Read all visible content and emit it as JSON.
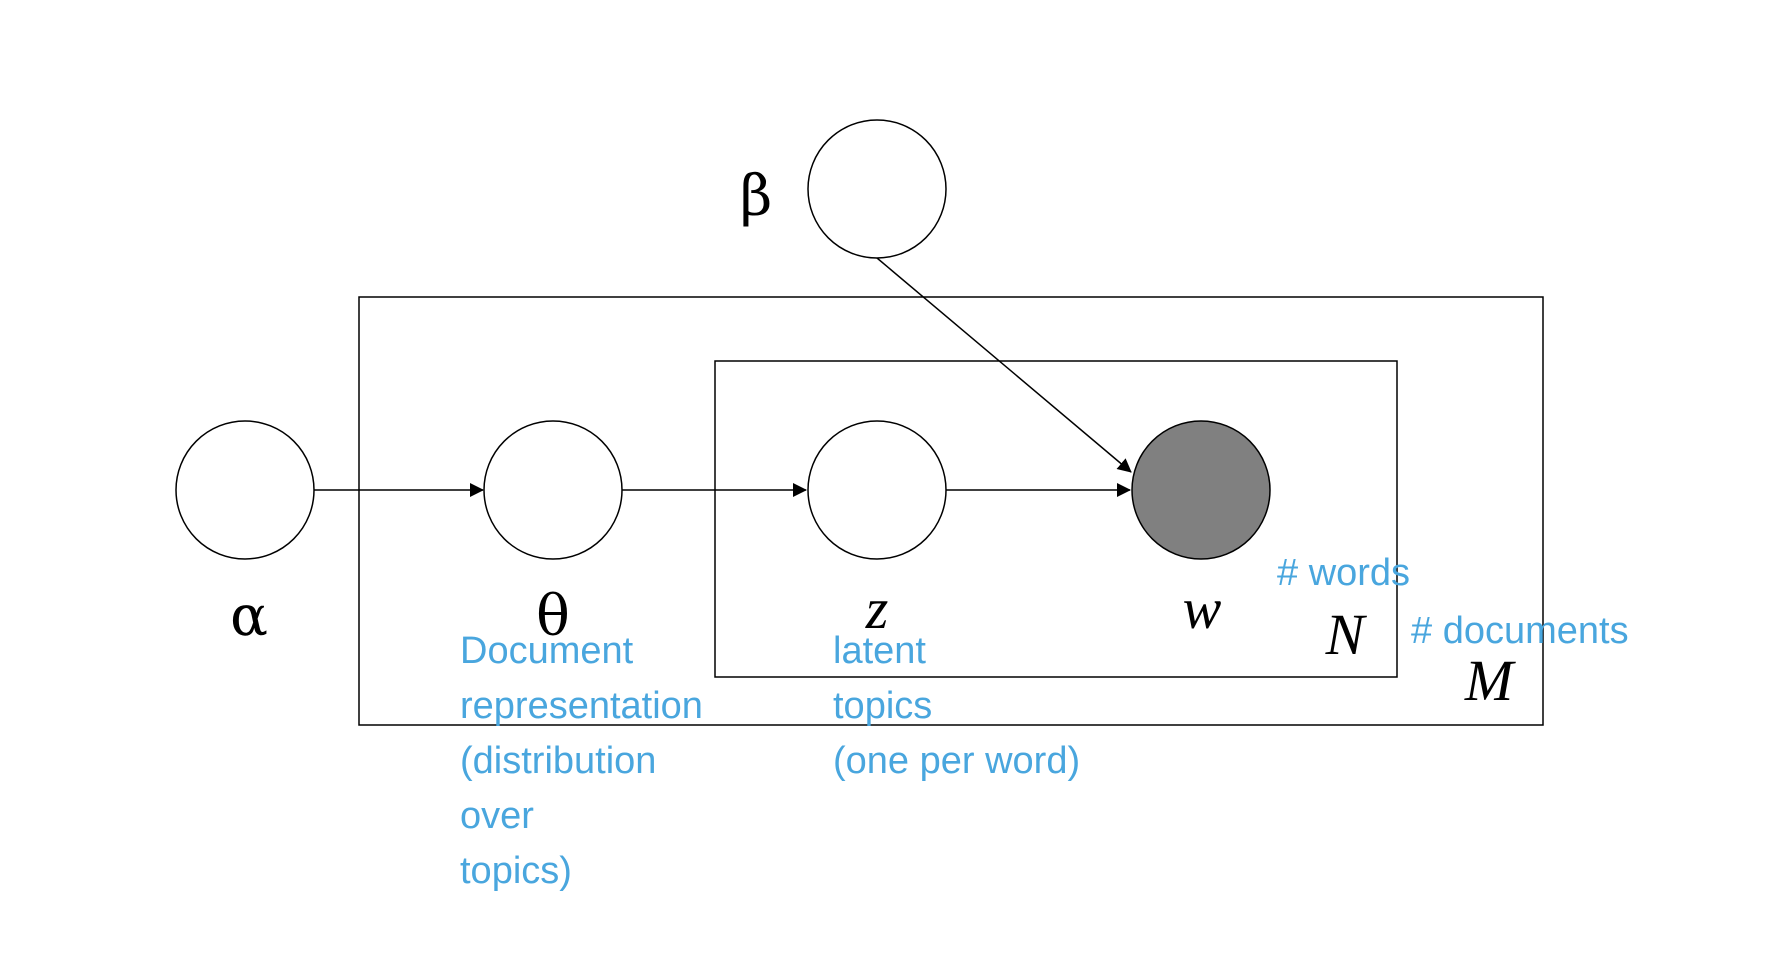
{
  "nodes": {
    "alpha": {
      "symbol": "α",
      "observed": false
    },
    "theta": {
      "symbol": "θ",
      "observed": false
    },
    "beta": {
      "symbol": "β",
      "observed": false
    },
    "z": {
      "symbol": "z",
      "observed": false
    },
    "w": {
      "symbol": "w",
      "observed": true
    }
  },
  "plates": {
    "inner": {
      "label": "N"
    },
    "outer": {
      "label": "M"
    }
  },
  "edges": [
    {
      "from": "alpha",
      "to": "theta"
    },
    {
      "from": "theta",
      "to": "z"
    },
    {
      "from": "z",
      "to": "w"
    },
    {
      "from": "beta",
      "to": "w"
    }
  ],
  "annotations": {
    "theta": "Document\nrepresentation\n(distribution\nover\ntopics)",
    "z": "latent\ntopics\n(one per word)",
    "inner_plate": "# words",
    "outer_plate": "# documents"
  },
  "colors": {
    "annotation": "#49a6de",
    "observed_fill": "#808080",
    "line": "#000000"
  }
}
